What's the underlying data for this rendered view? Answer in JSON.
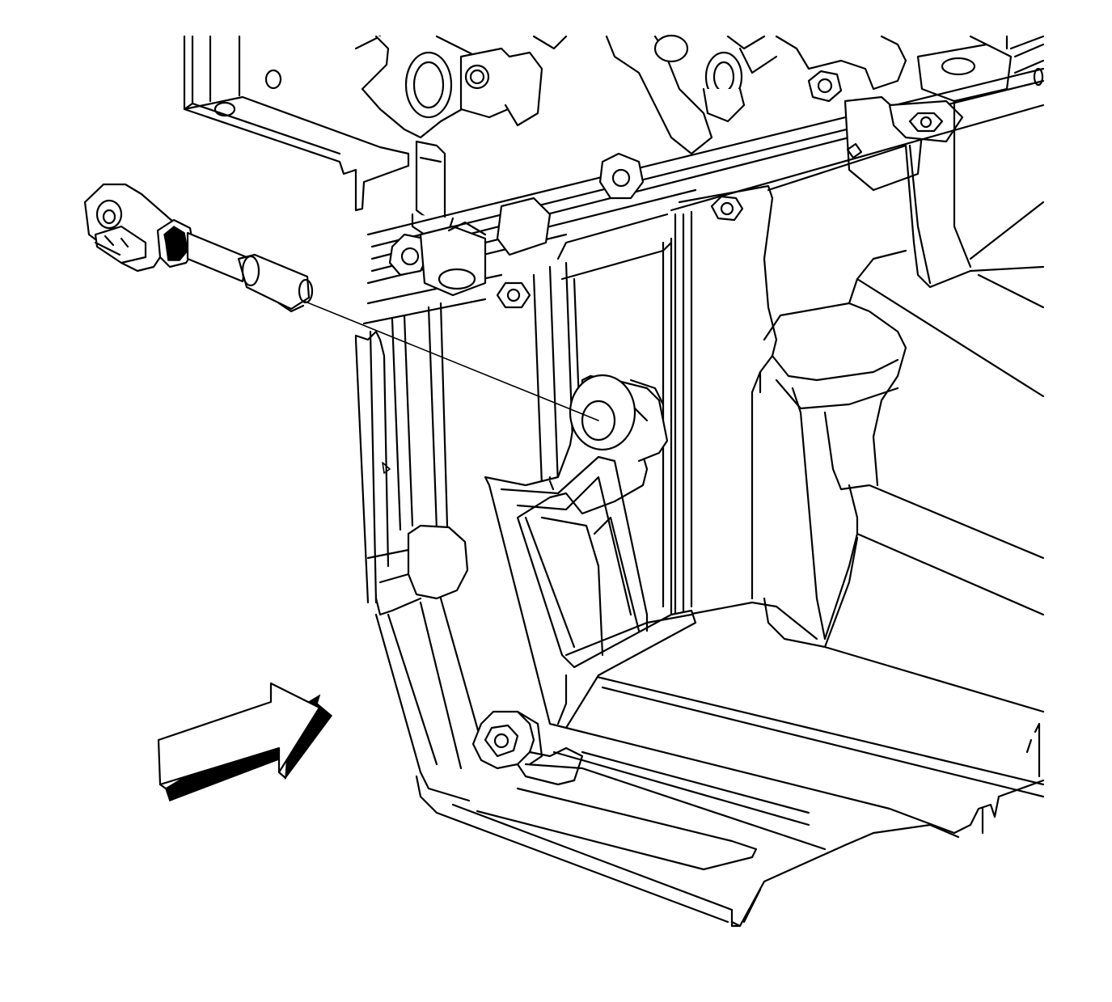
{
  "figure": {
    "background": "#ffffff",
    "line_color": "#000000",
    "components": [
      "engine-block-assembly",
      "oil-pan",
      "oil-level-sensor",
      "mounting-bolt",
      "view-direction-arrow"
    ]
  }
}
